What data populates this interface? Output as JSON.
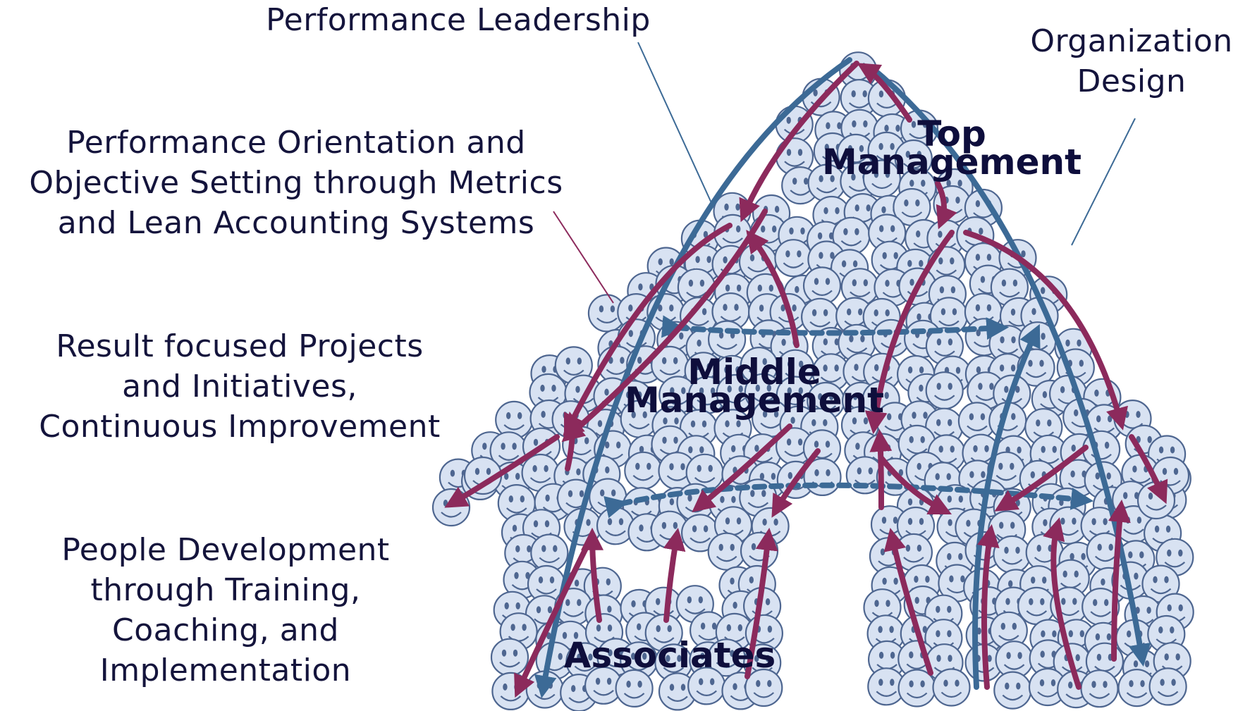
{
  "labels": {
    "performance_leadership": "Performance Leadership",
    "organization_design": [
      "Organization",
      "Design"
    ],
    "performance_orientation": [
      "Performance Orientation and",
      "Objective Setting through Metrics",
      "and Lean Accounting Systems"
    ],
    "result_focused": [
      "Result focused Projects",
      "and Initiatives,",
      "Continuous Improvement"
    ],
    "people_development": [
      "People Development",
      "through Training,",
      "Coaching, and",
      "Implementation"
    ]
  },
  "zones": {
    "top": [
      "Top",
      "Management"
    ],
    "middle": [
      "Middle",
      "Management"
    ],
    "bottom": "Associates"
  },
  "colors": {
    "face_fill": "#d8e2f2",
    "face_stroke": "#4e6690",
    "arrow_magenta": "#8c2a5c",
    "arrow_blue": "#3c6a96",
    "text": "#14143c",
    "leader_line": "#3c6a96"
  },
  "icons": {
    "person": "smiley-face-icon"
  }
}
